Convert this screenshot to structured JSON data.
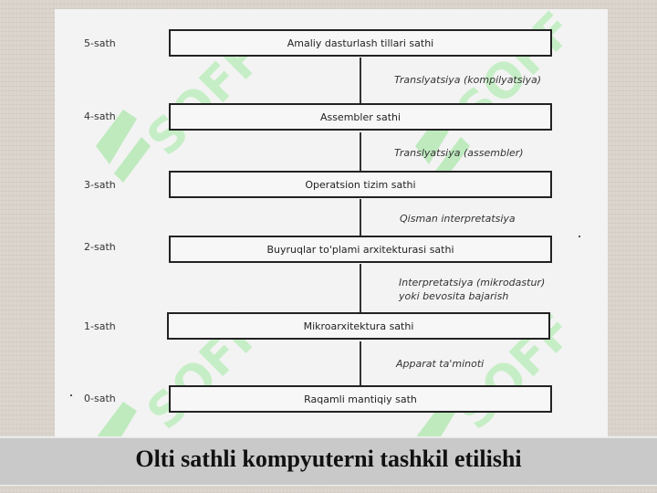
{
  "diagram": {
    "levels": [
      {
        "label": "5-sath",
        "box": "Amaliy dasturlash tillari sathi"
      },
      {
        "label": "4-sath",
        "box": "Assembler  sathi"
      },
      {
        "label": "3-sath",
        "box": "Operatsion tizim sathi"
      },
      {
        "label": "2-sath",
        "box": "Buyruqlar to'plami arxitekturasi sathi"
      },
      {
        "label": "1-sath",
        "box": "Mikroarxitektura sathi"
      },
      {
        "label": "0-sath",
        "box": "Raqamli mantiqiy sath"
      }
    ],
    "transitions": [
      {
        "text": "Translyatsiya (kompilyatsiya)"
      },
      {
        "text": "Translyatsiya (assembler)"
      },
      {
        "text": "Qisman interpretatsiya"
      },
      {
        "text_line1": "Interpretatsiya (mikrodastur)",
        "text_line2": "yoki bevosita bajarish"
      },
      {
        "text": "Apparat ta'minoti"
      }
    ]
  },
  "watermark": {
    "text": "SOFF",
    "color": "#8ee88e"
  },
  "caption": "Olti sathli kompyuterni tashkil etilishi"
}
